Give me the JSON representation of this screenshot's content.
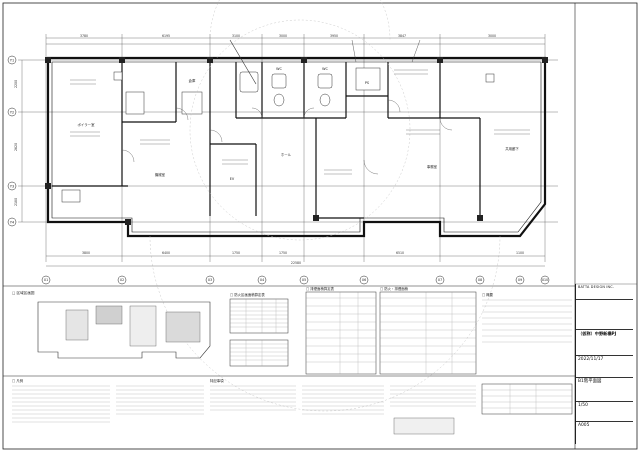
{
  "sheet": {
    "plan_title": "B1階平面図",
    "scale": "1/50",
    "sheet_no": "A005",
    "date": "2022/11/17",
    "firm": "BATTA DESIGN INC.",
    "project": "（仮称）中野新橋PJ",
    "key_plan_title": "□ 区域区画図"
  },
  "grid": {
    "columns": [
      "X1",
      "X2",
      "X3",
      "X4",
      "X5",
      "X6",
      "X7",
      "X8",
      "X9",
      "X10"
    ],
    "rows": [
      "Y1",
      "Y2",
      "Y3",
      "Y4"
    ]
  },
  "dimensions": {
    "top": [
      "3780",
      "6195",
      "3100",
      "3000",
      "3950",
      "3847",
      "3000"
    ],
    "bottom_spans": [
      "3800",
      "6400",
      "1750",
      "1750",
      "6510",
      "1100"
    ],
    "bottom_total": "22580",
    "left": [
      "2200",
      "2620",
      "2180"
    ]
  },
  "rooms": [
    {
      "name": "ボイラー室"
    },
    {
      "name": "機械室"
    },
    {
      "name": "倉庫"
    },
    {
      "name": "WC"
    },
    {
      "name": "WC"
    },
    {
      "name": "事務室"
    },
    {
      "name": "ホール"
    },
    {
      "name": "EV"
    },
    {
      "name": "PS"
    },
    {
      "name": "共用廊下"
    }
  ],
  "tables": {
    "table_a_title": "□ 防火区画面積算定表",
    "table_b_title": "□ 排煙面積算定表",
    "table_c_title": "□ 防火・排煙面積",
    "table_d_title": "□ 概要",
    "legend_title": "□ 凡例",
    "notes_title": "特記事項"
  }
}
